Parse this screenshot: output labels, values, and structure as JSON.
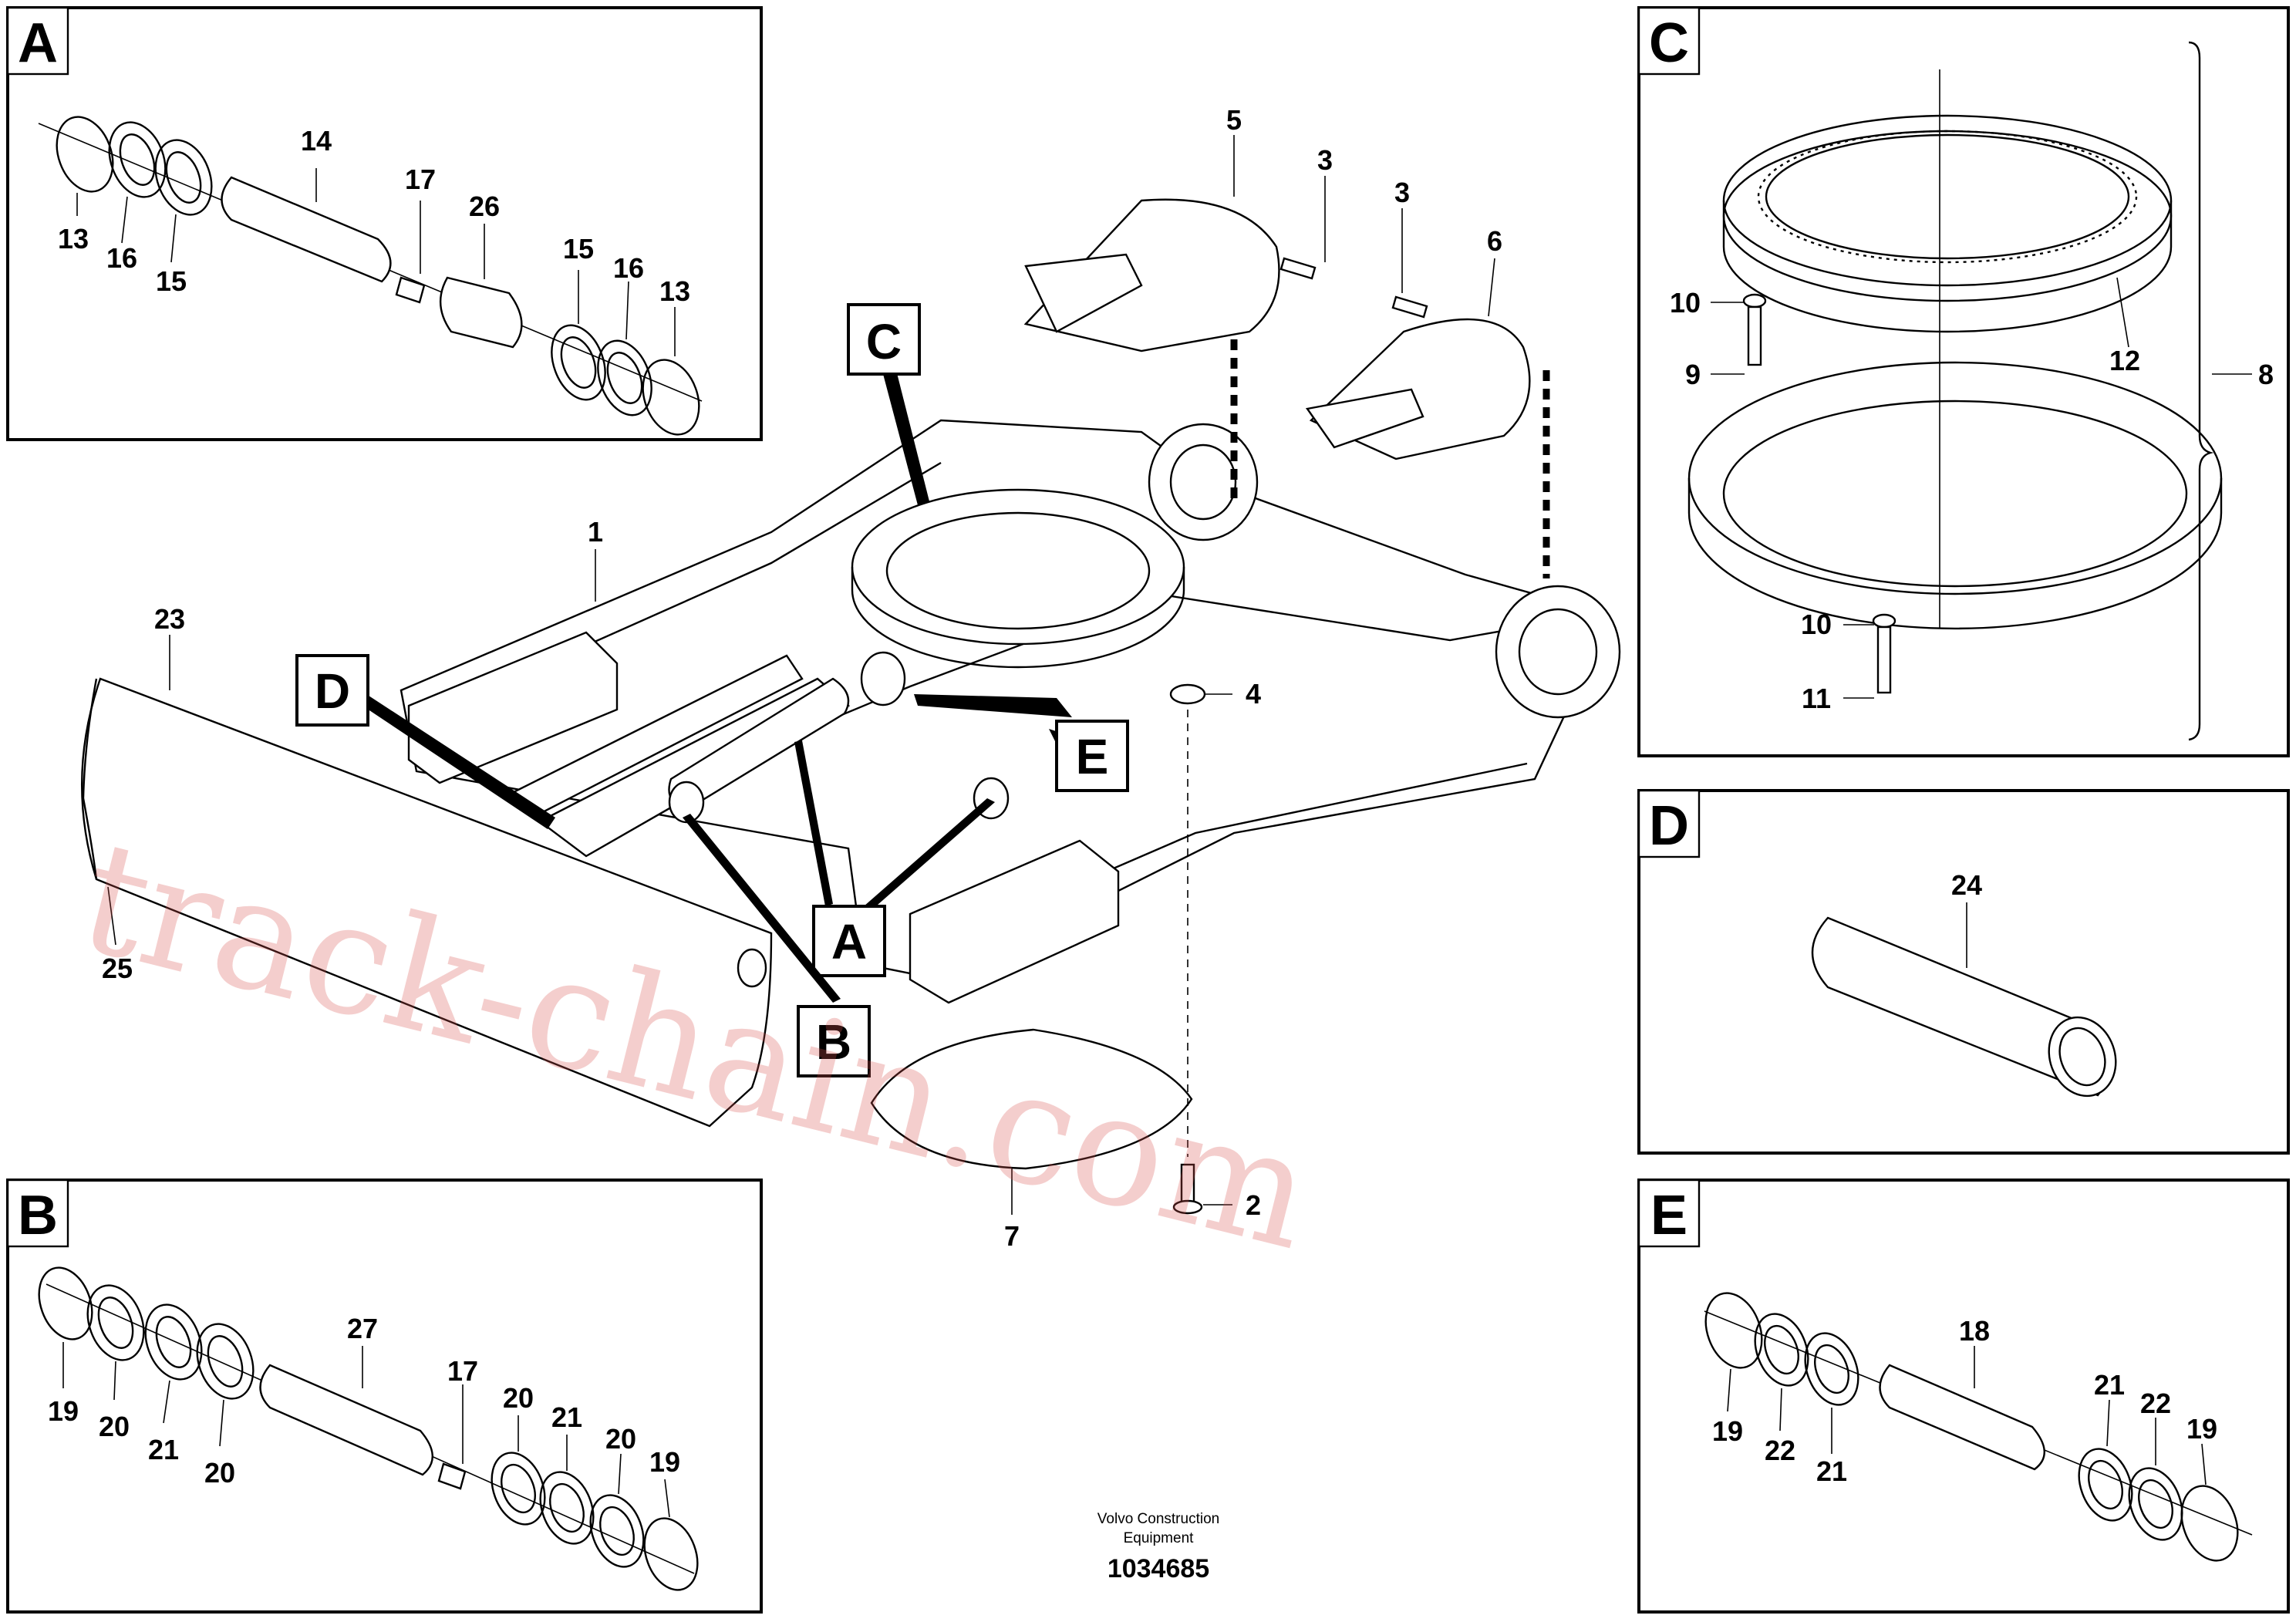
{
  "callouts": {
    "main": [
      "1",
      "2",
      "3",
      "3",
      "4",
      "5",
      "6",
      "7",
      "23",
      "25"
    ],
    "detail_letters": [
      "A",
      "B",
      "C",
      "D",
      "E"
    ]
  },
  "panels": {
    "A": {
      "letter": "A",
      "numbers": [
        "14",
        "17",
        "26",
        "13",
        "16",
        "15",
        "15",
        "16",
        "13"
      ]
    },
    "B": {
      "letter": "B",
      "numbers": [
        "27",
        "17",
        "20",
        "21",
        "20",
        "19",
        "19",
        "20",
        "21",
        "20"
      ]
    },
    "C": {
      "letter": "C",
      "numbers": [
        "10",
        "9",
        "12",
        "8",
        "10",
        "11"
      ]
    },
    "D": {
      "letter": "D",
      "numbers": [
        "24"
      ]
    },
    "E": {
      "letter": "E",
      "numbers": [
        "18",
        "21",
        "22",
        "19",
        "19",
        "22",
        "21"
      ]
    }
  },
  "footer": {
    "company": "Volvo Construction",
    "company2": "Equipment",
    "code": "1034685"
  },
  "watermark": "track-chain.com"
}
